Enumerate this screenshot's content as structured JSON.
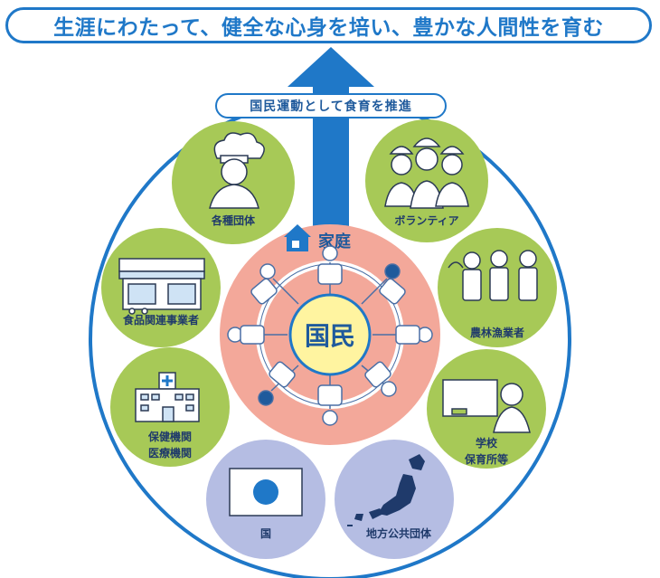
{
  "banner": {
    "title": "生涯にわたって、健全な心身を培い、豊かな人間性を育む"
  },
  "pill": {
    "label": "国民運動として食育を推進"
  },
  "center": {
    "label": "国民",
    "home_label": "家庭"
  },
  "organizations": {
    "groups": "各種団体",
    "volunteer": "ボランティア",
    "food_business": "食品関連事業者",
    "agriculture": "農林漁業者",
    "health_line1": "保健機関",
    "health_line2": "医療機関",
    "school_line1": "学校",
    "school_line2": "保育所等",
    "country": "国",
    "local_gov": "地方公共団体"
  },
  "colors": {
    "blue": "#1f78c8",
    "green": "#a7c957",
    "salmon": "#f3a89a",
    "lavender": "#b5bde3",
    "yellow": "#fff4a0"
  }
}
